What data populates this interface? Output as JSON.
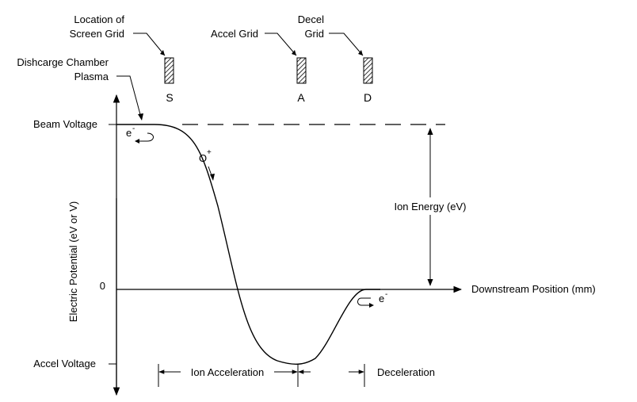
{
  "grids": [
    {
      "callout_line1": "Location of",
      "callout_line2": "Screen Grid",
      "letter": "S"
    },
    {
      "callout_line1": "",
      "callout_line2": "Accel Grid",
      "letter": "A"
    },
    {
      "callout_line1": "Decel",
      "callout_line2": "Grid",
      "letter": "D"
    }
  ],
  "plasma_label": {
    "line1": "Dishcarge Chamber",
    "line2": "Plasma"
  },
  "axes": {
    "y_label": "Electric Potential (eV or V)",
    "x_label": "Downstream Position (mm)",
    "beam_voltage": "Beam Voltage",
    "zero": "0",
    "accel_voltage": "Accel Voltage"
  },
  "particles": {
    "electron_base": "e",
    "electron_sup": "-",
    "ion_base": "O",
    "ion_sup": "+"
  },
  "annotations": {
    "ion_energy": "Ion Energy (eV)",
    "ion_acceleration": "Ion Acceleration",
    "deceleration": "Deceleration"
  }
}
